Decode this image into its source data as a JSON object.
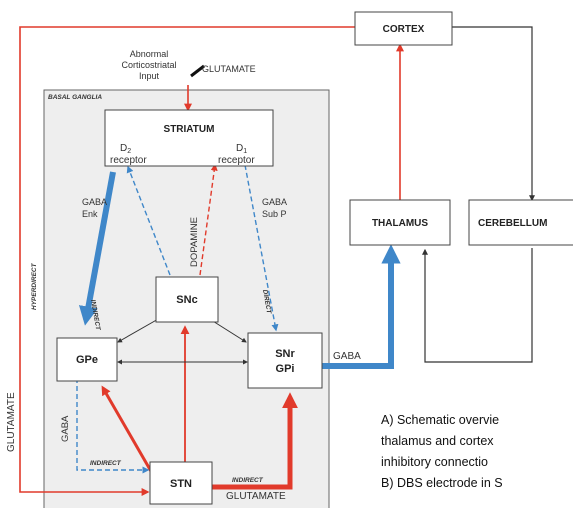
{
  "title": "",
  "nodes": {
    "cortex": "CORTEX",
    "striatum": "STRIATUM",
    "d2_receptor": "receptor",
    "d1_receptor": "receptor",
    "d2_letter": "D",
    "d2_sub": "2",
    "d1_letter": "D",
    "d1_sub": "1",
    "thalamus": "THALAMUS",
    "cerebellum": "CEREBELLUM",
    "snc": "SNc",
    "gpe": "GPe",
    "snr": "SNr",
    "gpi": "GPi",
    "stn": "STN"
  },
  "labels": {
    "basal_ganglia": "BASAL GANGLIA",
    "abnormal_1": "Abnormal",
    "abnormal_2": "Corticostriatal",
    "abnormal_3": "Input",
    "glutamate_top": "GLUTAMATE",
    "gaba_enk_1": "GABA",
    "gaba_enk_2": "Enk",
    "gaba_subp_1": "GABA",
    "gaba_subp_2": "Sub P",
    "dopamine": "DOPAMINE",
    "indirect_left": "INDIRECT",
    "direct": "DIRECT",
    "hyperdirect": "HYPERDIRECT",
    "glutamate_left": "GLUTAMATE",
    "gaba_snr": "GABA",
    "gaba_gpe_stn": "GABA",
    "indirect_gpe_stn": "INDIRECT",
    "indirect_stn": "INDIRECT",
    "glutamate_bottom": "GLUTAMATE"
  },
  "caption": {
    "line1": "A) Schematic overvie",
    "line2": "thalamus and cortex",
    "line3": "inhibitory connectio",
    "line4": "B) DBS electrode in S"
  },
  "colors": {
    "excitatory": "#e13a2b",
    "inhibitory": "#3f87c9",
    "neutral": "#333333",
    "panel": "#eeeeee"
  }
}
